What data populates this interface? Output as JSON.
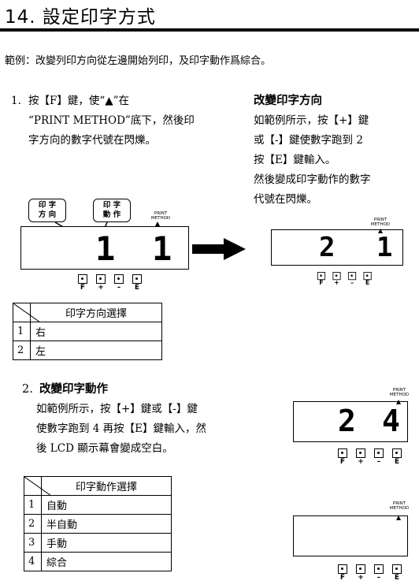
{
  "title": "14. 設定印字方式",
  "intro": "範例：改變列印方向從左邊開始列印，及印字動作爲綜合。",
  "step1": {
    "num": "1.",
    "lines": [
      "按【F】鍵，使“▲”在",
      "“PRINT METHOD”底下，然後印",
      "字方向的數字代號在閃爍。"
    ]
  },
  "change_dir": {
    "heading": "改變印字方向",
    "lines": [
      "如範例所示，按【+】鍵",
      "或【-】鍵使數字跑到 2",
      "按【E】鍵輸入。",
      "然後變成印字動作的數字",
      "代號在閃爍。"
    ]
  },
  "bubbles": {
    "dir": [
      "印 字",
      "方 向"
    ],
    "action": [
      "印 字",
      "動 作"
    ]
  },
  "print_method": [
    "PRINT",
    "METHOD"
  ],
  "lcd1": {
    "left_digit": "1",
    "right_digit": "1"
  },
  "lcd2": {
    "left_digit": "2",
    "right_digit": "1"
  },
  "lcd3": {
    "left_digit": "2",
    "right_digit": "4"
  },
  "keys": [
    "F",
    "+",
    "–",
    "E"
  ],
  "table1": {
    "header": "印字方向選擇",
    "rows": [
      {
        "n": "1",
        "label": "右"
      },
      {
        "n": "2",
        "label": "左"
      }
    ]
  },
  "step2": {
    "num": "2.",
    "heading": "改變印字動作",
    "lines": [
      "如範例所示，按【+】鍵或【-】鍵",
      "使數字跑到 4 再按【E】鍵輸入，然",
      "後 LCD 顯示幕會變成空白。"
    ]
  },
  "table2": {
    "header": "印字動作選擇",
    "rows": [
      {
        "n": "1",
        "label": "自動"
      },
      {
        "n": "2",
        "label": "半自動"
      },
      {
        "n": "3",
        "label": "手動"
      },
      {
        "n": "4",
        "label": "綜合"
      }
    ]
  }
}
